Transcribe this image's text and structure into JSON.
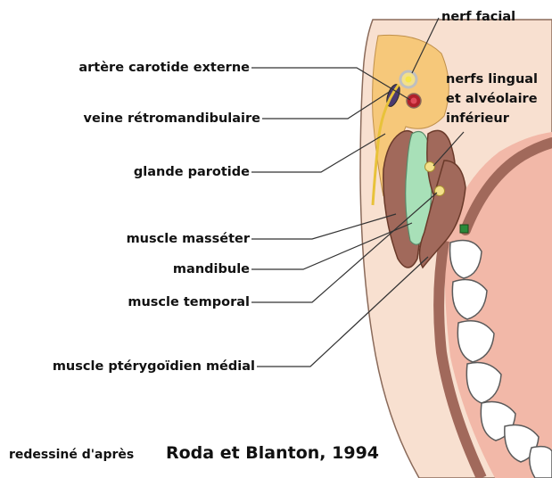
{
  "labels": {
    "nerf_facial": "nerf facial",
    "artere_carotide": "artère carotide externe",
    "nerfs_lingual_1": "nerfs lingual",
    "nerfs_lingual_2": "et alvéolaire",
    "nerfs_lingual_3": "inférieur",
    "veine": "veine rétromandibulaire",
    "glande": "glande parotide",
    "masseter": "muscle masséter",
    "mandibule": "mandibule",
    "temporal": "muscle temporal",
    "pterygoidien": "muscle ptérygoïdien médial"
  },
  "credit": {
    "prefix": "redessiné d'après",
    "source": "Roda et Blanton, 1994"
  },
  "colors": {
    "skin": "#f8e0d0",
    "parotid": "#f6c87a",
    "muscle": "#a1695b",
    "bone": "#a8e0b8",
    "tooth": "#ffffff",
    "nerve": "#f3e08a",
    "artery": "#b0202a",
    "vein": "#4a3a70",
    "leader": "#333333"
  }
}
